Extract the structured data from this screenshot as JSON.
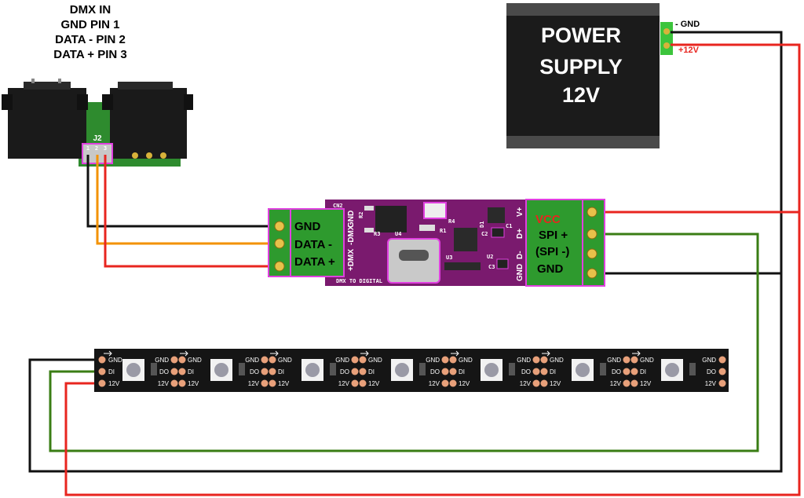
{
  "dmx_header": [
    "DMX IN",
    "GND PIN 1",
    "DATA - PIN 2",
    "DATA + PIN 3"
  ],
  "xlr": {
    "ref": "J2",
    "pin_numbers": [
      "1",
      "2",
      "3"
    ]
  },
  "power_supply": {
    "lines": [
      "POWER",
      "SUPPLY",
      "12V"
    ],
    "gnd_label": "- GND",
    "v12_label": "+12V"
  },
  "board": {
    "left_terminal": [
      "GND",
      "DATA -",
      "DATA +"
    ],
    "right_terminal_vcc": "VCC",
    "right_terminal": [
      "SPI +",
      "(SPI -)",
      "GND"
    ],
    "silk_left": [
      "GND",
      "-DMX",
      "+DMX"
    ],
    "silk_right": [
      "V+",
      "D+",
      "D-",
      "GND"
    ],
    "bottom_label": "DMX TO DIGITAL",
    "refs": [
      "CN2",
      "R2",
      "R3",
      "U4",
      "U3",
      "R1",
      "R4",
      "U2",
      "C1",
      "C2",
      "C3",
      "D1"
    ]
  },
  "strip": {
    "labels_first": [
      "GND",
      "DI",
      "12V"
    ],
    "labels_mid_in": [
      "GND",
      "DI",
      "12V"
    ],
    "labels_mid_out": [
      "GND",
      "DO",
      "12V"
    ],
    "labels_last": [
      "GND",
      "DO",
      "12V"
    ]
  },
  "colors": {
    "wire_black": "#111111",
    "wire_red": "#e8251f",
    "wire_orange": "#f39200",
    "wire_green": "#3a7d14",
    "board_purple": "#7a1a6e",
    "terminal_green": "#2e9a2e",
    "highlight_magenta": "#e040e0",
    "psu_body": "#1b1b1b",
    "psu_label_red": "#e8251f"
  }
}
